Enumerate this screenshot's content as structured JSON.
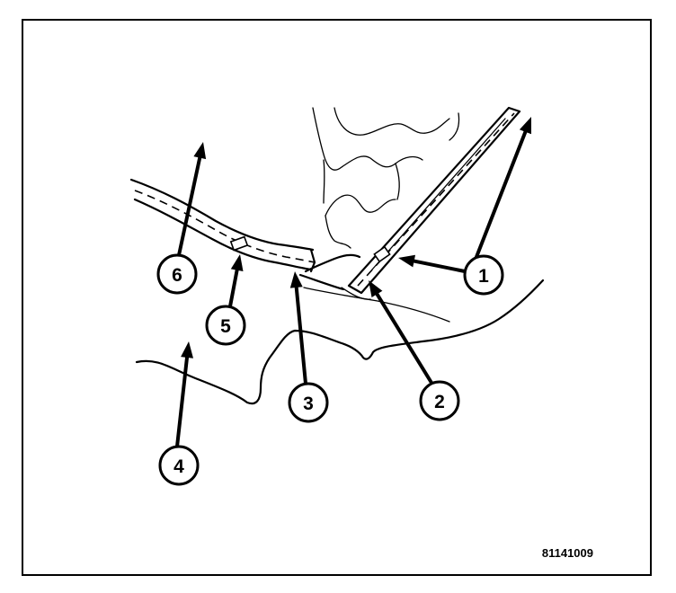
{
  "figure": {
    "id_label": "81141009",
    "callouts": [
      {
        "label": "1"
      },
      {
        "label": "2"
      },
      {
        "label": "3"
      },
      {
        "label": "4"
      },
      {
        "label": "5"
      },
      {
        "label": "6"
      }
    ]
  },
  "colors": {
    "ink": "#000000",
    "paper": "#ffffff"
  }
}
